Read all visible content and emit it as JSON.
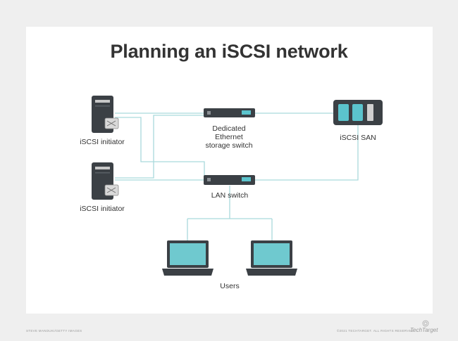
{
  "title": "Planning an iSCSI network",
  "nodes": {
    "initiator_top": {
      "label": "iSCSI initiator"
    },
    "initiator_bottom": {
      "label": "iSCSI initiator"
    },
    "storage_switch": {
      "label_line1": "Dedicated",
      "label_line2": "Ethernet",
      "label_line3": "storage switch"
    },
    "san": {
      "label": "iSCSI SAN"
    },
    "lan_switch": {
      "label": "LAN switch"
    },
    "users": {
      "label": "Users"
    }
  },
  "footer": {
    "left": "STEVE MANDUKI/GETTY IMAGES",
    "right": "©2021 TECHTARGET. ALL RIGHTS RESERVED",
    "brand": "TechTarget"
  },
  "colors": {
    "line": "#a9d9dc",
    "device_dark": "#3b4045",
    "accent_teal": "#5bc4cd",
    "screen_teal": "#6fc9cf"
  }
}
